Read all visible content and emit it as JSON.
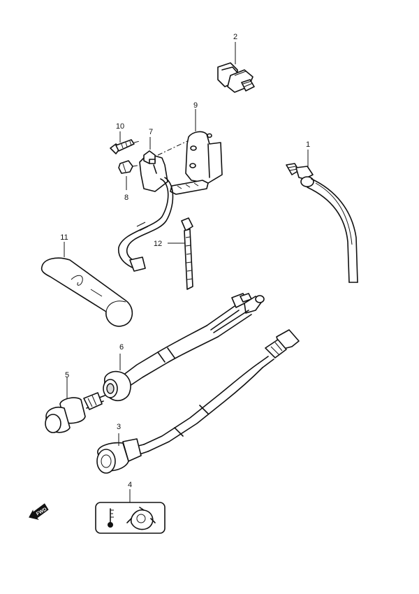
{
  "callouts": {
    "c1": "1",
    "c2": "2",
    "c3": "3",
    "c4": "4",
    "c5": "5",
    "c6": "6",
    "c7": "7",
    "c8": "8",
    "c9": "9",
    "c10": "10",
    "c11": "11",
    "c12": "12"
  },
  "forward_arrow_label": "FWD",
  "footer_text": "",
  "icons": {
    "temperature": "thermometer-icon",
    "oil": "oil-can-icon"
  }
}
